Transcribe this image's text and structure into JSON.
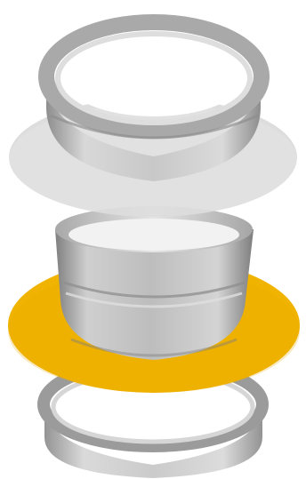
{
  "colors": {
    "background": "#ffffff",
    "ring_light": "#d6d6d6",
    "ring_mid": "#b9b9b9",
    "ring_dark": "#8f8f8f",
    "disc_gray": "#d9d9d9",
    "disc_yellow": "#f0b400"
  },
  "parts": [
    {
      "name": "top-ring"
    },
    {
      "name": "gray-disc"
    },
    {
      "name": "middle-tube"
    },
    {
      "name": "yellow-disc"
    },
    {
      "name": "bottom-ring"
    }
  ]
}
